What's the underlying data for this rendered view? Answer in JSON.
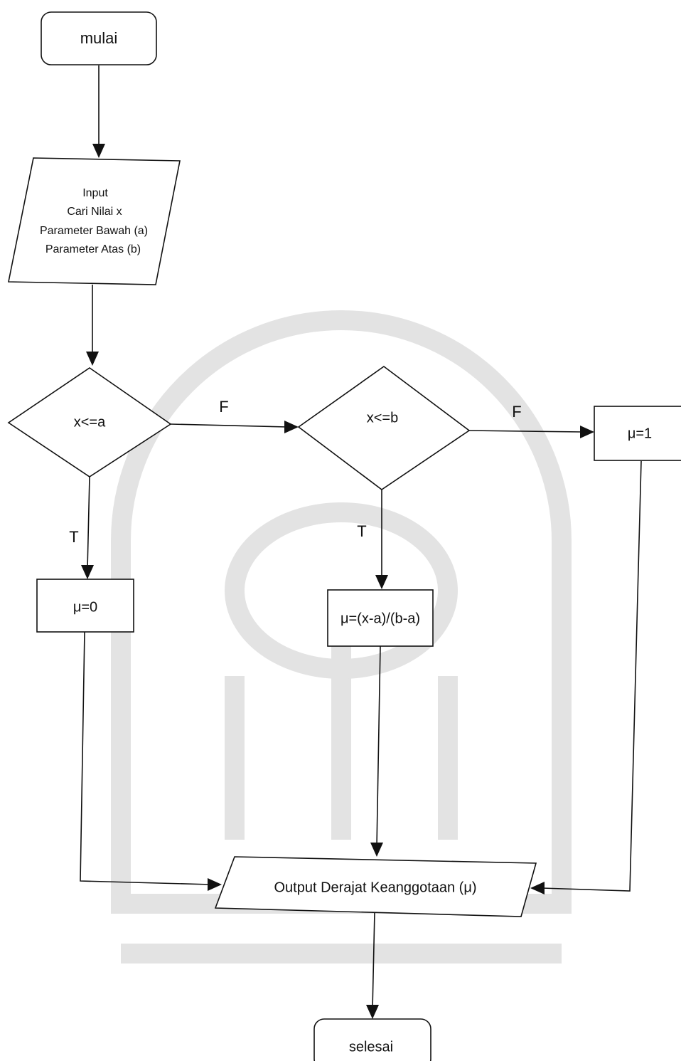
{
  "flowchart": {
    "start": "mulai",
    "input": {
      "line1": "Input",
      "line2": "Cari Nilai x",
      "line3": "Parameter Bawah (a)",
      "line4": "Parameter Atas (b)"
    },
    "decision1": "x<=a",
    "decision2": "x<=b",
    "process_mu0": "μ=0",
    "process_mu_formula": "μ=(x-a)/(b-a)",
    "process_mu1": "μ=1",
    "output": "Output Derajat Keanggotaan (μ)",
    "end": "selesai",
    "branch_labels": {
      "d1_false": "F",
      "d2_false": "F",
      "d1_true": "T",
      "d2_true": "T"
    }
  }
}
